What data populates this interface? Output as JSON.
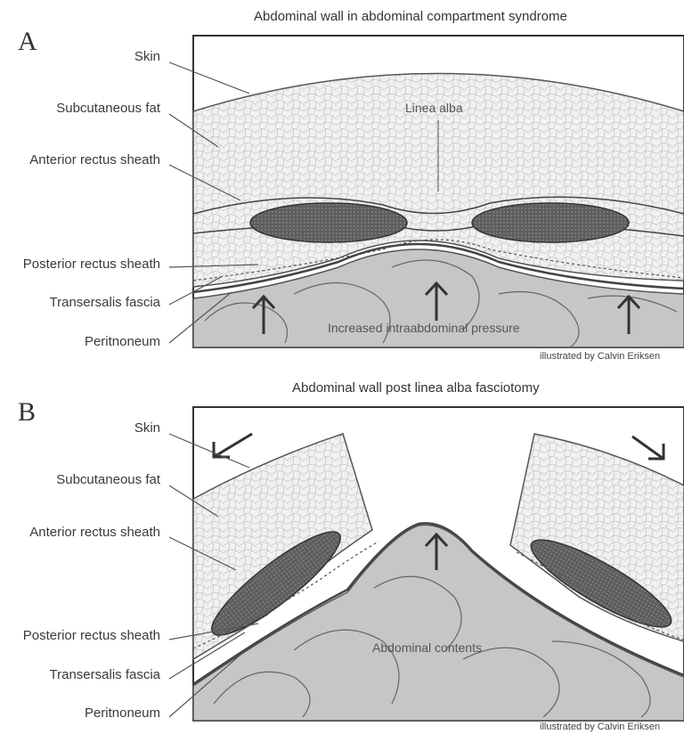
{
  "panel_a": {
    "letter": "A",
    "title": "Abdominal wall in abdominal compartment syndrome",
    "labels": [
      "Skin",
      "Subcutaneous fat",
      "Anterior rectus sheath",
      "Posterior rectus sheath",
      "Transersalis fascia",
      "Peritnoneum"
    ],
    "center_label": "Linea alba",
    "pressure_label": "Increased intraabdominal pressure",
    "credit": "illustrated by Calvin Eriksen"
  },
  "panel_b": {
    "letter": "B",
    "title": "Abdominal wall post linea alba fasciotomy",
    "labels": [
      "Skin",
      "Subcutaneous fat",
      "Anterior rectus sheath",
      "Posterior rectus sheath",
      "Transersalis fascia",
      "Peritnoneum"
    ],
    "contents_label": "Abdominal contents",
    "credit": "illustrated by Calvin Eriksen"
  },
  "colors": {
    "fat": "#eeeeee",
    "muscle": "#6a6a6a",
    "bowel": "#c4c4c4",
    "outline": "#444444"
  }
}
